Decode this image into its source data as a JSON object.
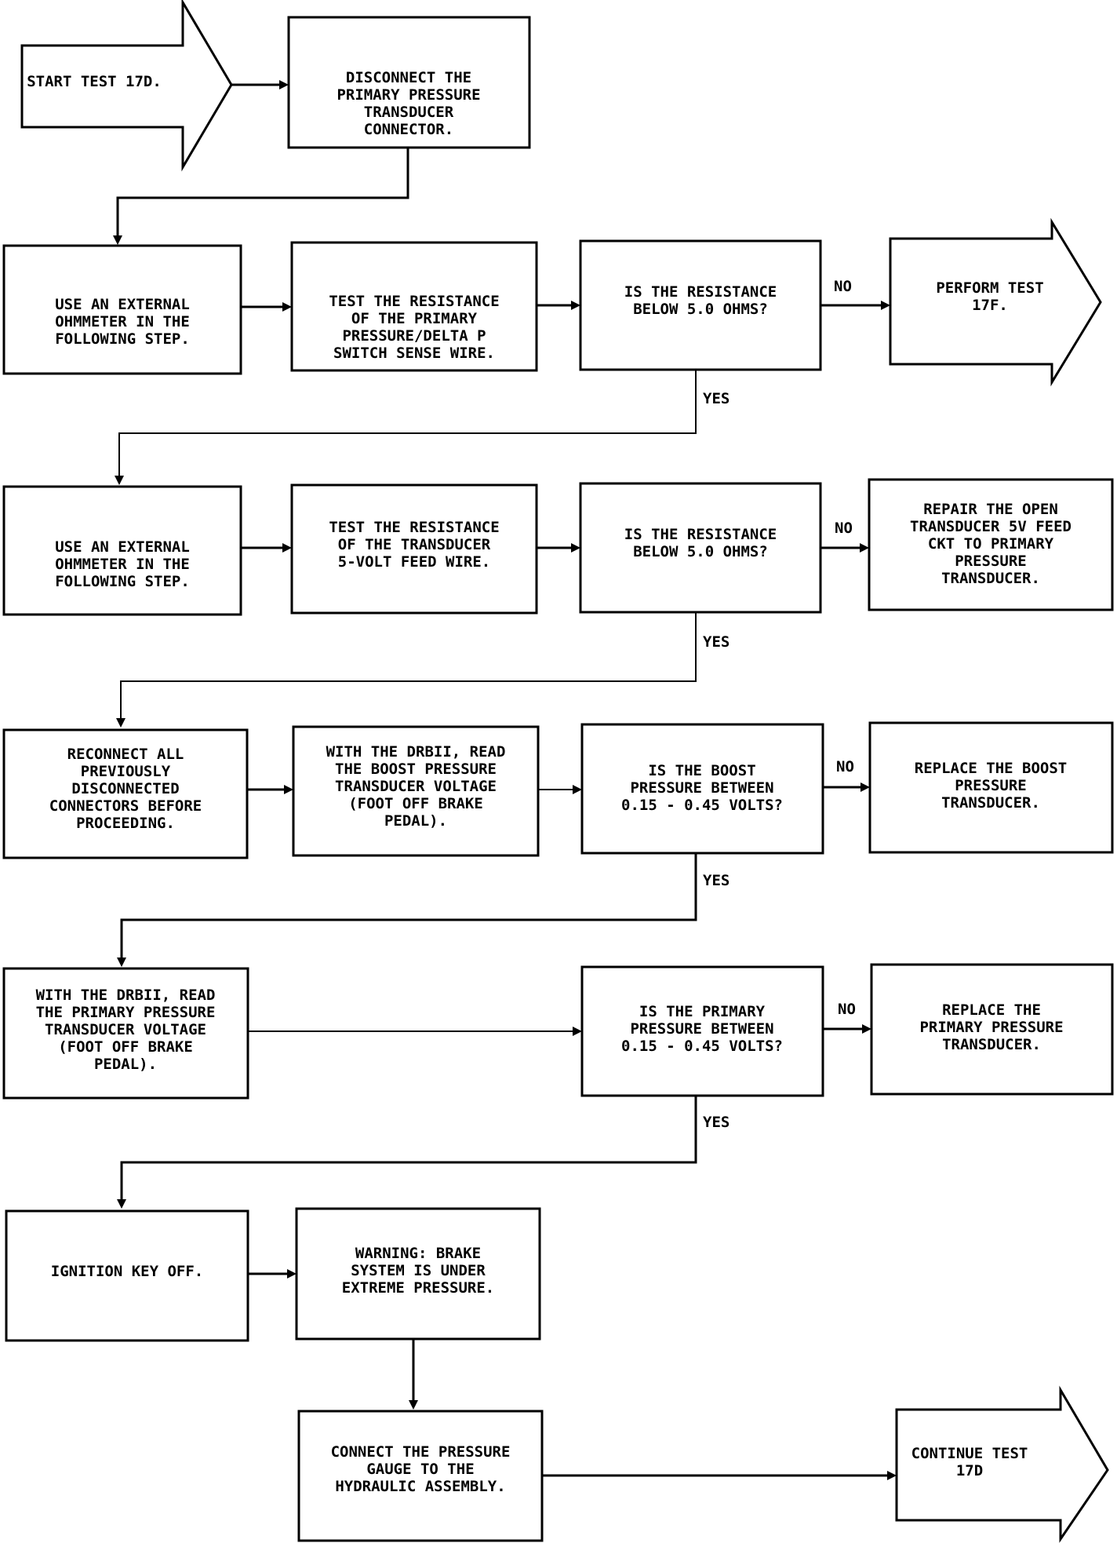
{
  "nodes": {
    "start": {
      "lines": [
        "START TEST 17D."
      ]
    },
    "disconnect": {
      "lines": [
        "DISCONNECT THE",
        "PRIMARY PRESSURE",
        "TRANSDUCER",
        "CONNECTOR."
      ]
    },
    "ohm1": {
      "lines": [
        "USE AN EXTERNAL",
        "OHMMETER IN THE",
        "FOLLOWING STEP."
      ]
    },
    "test_sense": {
      "lines": [
        "TEST THE RESISTANCE",
        "OF THE PRIMARY",
        "PRESSURE/DELTA P",
        "SWITCH SENSE WIRE."
      ]
    },
    "q_res1": {
      "lines": [
        "IS THE RESISTANCE",
        "BELOW 5.0 OHMS?"
      ]
    },
    "perform17f": {
      "lines": [
        "PERFORM TEST",
        "17F."
      ]
    },
    "ohm2": {
      "lines": [
        "USE AN EXTERNAL",
        "OHMMETER IN THE",
        "FOLLOWING STEP."
      ]
    },
    "test_feed": {
      "lines": [
        "TEST THE RESISTANCE",
        "OF THE TRANSDUCER",
        "5-VOLT FEED WIRE."
      ]
    },
    "q_res2": {
      "lines": [
        "IS THE RESISTANCE",
        "BELOW 5.0 OHMS?"
      ]
    },
    "repair_open": {
      "lines": [
        "REPAIR THE OPEN",
        "TRANSDUCER 5V FEED",
        "CKT TO PRIMARY",
        "PRESSURE",
        "TRANSDUCER."
      ]
    },
    "reconnect": {
      "lines": [
        "RECONNECT ALL",
        "PREVIOUSLY",
        "DISCONNECTED",
        "CONNECTORS BEFORE",
        "PROCEEDING."
      ]
    },
    "read_boost": {
      "lines": [
        "WITH THE DRBII, READ",
        "THE BOOST PRESSURE",
        "TRANSDUCER VOLTAGE",
        "(FOOT OFF BRAKE",
        "PEDAL)."
      ]
    },
    "q_boost": {
      "lines": [
        "IS THE BOOST",
        "PRESSURE BETWEEN",
        "0.15 - 0.45 VOLTS?"
      ]
    },
    "replace_boost": {
      "lines": [
        "REPLACE THE BOOST",
        "PRESSURE",
        "TRANSDUCER."
      ]
    },
    "read_primary": {
      "lines": [
        "WITH THE DRBII, READ",
        "THE PRIMARY PRESSURE",
        "TRANSDUCER VOLTAGE",
        "(FOOT OFF BRAKE",
        "PEDAL)."
      ]
    },
    "q_primary": {
      "lines": [
        "IS THE PRIMARY",
        "PRESSURE BETWEEN",
        "0.15 - 0.45 VOLTS?"
      ]
    },
    "replace_primary": {
      "lines": [
        "REPLACE THE",
        "PRIMARY PRESSURE",
        "TRANSDUCER."
      ]
    },
    "ignition": {
      "lines": [
        "IGNITION KEY OFF."
      ]
    },
    "warning": {
      "lines": [
        "WARNING: BRAKE",
        "SYSTEM IS UNDER",
        "EXTREME PRESSURE."
      ]
    },
    "connect_gauge": {
      "lines": [
        "CONNECT THE PRESSURE",
        "GAUGE TO THE",
        "HYDRAULIC ASSEMBLY."
      ]
    },
    "continue17d": {
      "lines": [
        "CONTINUE TEST",
        "17D"
      ]
    }
  },
  "branch_labels": {
    "no1": "NO",
    "yes1": "YES",
    "no2": "NO",
    "yes2": "YES",
    "no3": "NO",
    "yes3": "YES",
    "no4": "NO",
    "yes4": "YES"
  }
}
